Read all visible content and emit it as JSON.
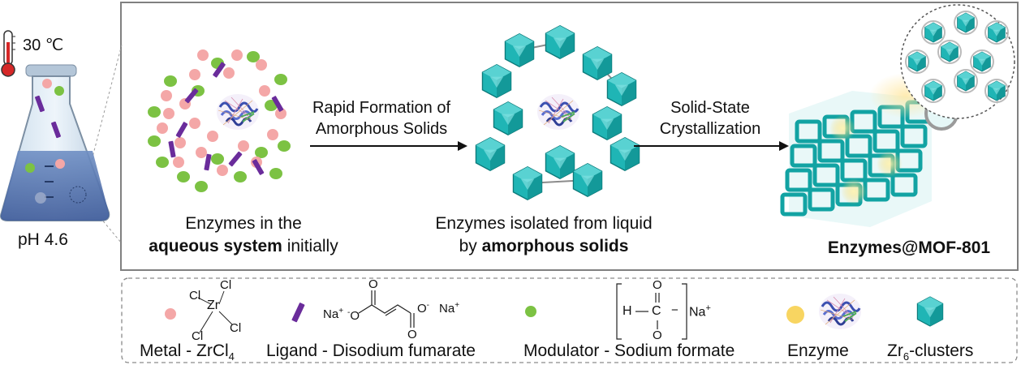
{
  "flask": {
    "temperature": "30 ℃",
    "ph": "pH 4.6"
  },
  "stage1": {
    "line1": "Enzymes in the",
    "line2_bold": "aqueous system",
    "line2_rest": " initially"
  },
  "arrow1": {
    "line1": "Rapid Formation of",
    "line2": "Amorphous Solids"
  },
  "stage2": {
    "line1": "Enzymes isolated from liquid",
    "line2_prefix": "by ",
    "line2_bold": "amorphous solids"
  },
  "arrow2": {
    "line1": "Solid-State",
    "line2": "Crystallization"
  },
  "stage3": {
    "label": "Enzymes@MOF-801"
  },
  "legend": {
    "metal": {
      "label": "Metal - ZrCl",
      "sub": "4",
      "atoms": {
        "zr": "Zr",
        "cl": "Cl"
      }
    },
    "ligand": {
      "label": "Ligand - Disodium fumarate",
      "na": "Na",
      "plus": "+",
      "o": "O",
      "minus": "-"
    },
    "modulator": {
      "label": "Modulator - Sodium formate",
      "h": "H",
      "c": "C",
      "o": "O",
      "minus": "−",
      "na": "Na",
      "plus": "+"
    },
    "enzyme": {
      "label": "Enzyme"
    },
    "cluster": {
      "label_pre": "Zr",
      "label_sub": "6",
      "label_post": "-clusters"
    }
  },
  "colors": {
    "metal": "#f4a7a7",
    "ligand": "#6a2c9b",
    "modulator": "#7cc243",
    "enzyme": "#f8d561",
    "cluster": "#1fb5b5",
    "frame": "#808080"
  }
}
